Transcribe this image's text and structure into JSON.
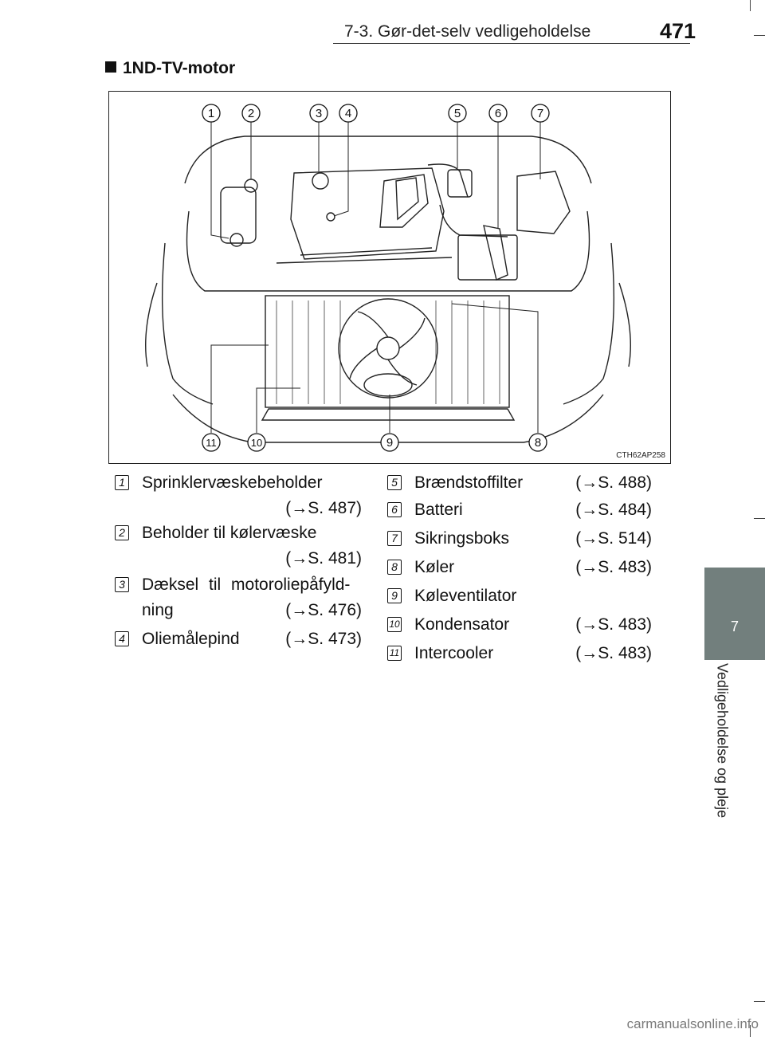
{
  "header": {
    "section": "7-3. Gør-det-selv vedligeholdelse",
    "page_number": "471"
  },
  "side_tab": {
    "chapter": "7",
    "title": "Vedligeholdelse og pleje"
  },
  "heading": "1ND-TV-motor",
  "figure": {
    "callouts": [
      "1",
      "2",
      "3",
      "4",
      "5",
      "6",
      "7",
      "8",
      "9",
      "10",
      "11"
    ],
    "code": "CTH62AP258"
  },
  "legend": [
    {
      "num": "1",
      "lines": [
        "Sprinklervæskebeholder"
      ],
      "ref": "(→S. 487)"
    },
    {
      "num": "2",
      "lines": [
        "Beholder til kølervæske"
      ],
      "ref": "(→S. 481)"
    },
    {
      "num": "3",
      "lines": [
        "Dæksel til motoroliepåfyld-",
        "ning"
      ],
      "ref": "(→S. 476)"
    },
    {
      "num": "4",
      "lines": [
        "Oliemålepind"
      ],
      "ref": "(→S. 473)"
    },
    {
      "num": "5",
      "lines": [
        "Brændstoffilter"
      ],
      "ref": "(→S. 488)"
    },
    {
      "num": "6",
      "lines": [
        "Batteri"
      ],
      "ref": "(→S. 484)"
    },
    {
      "num": "7",
      "lines": [
        "Sikringsboks"
      ],
      "ref": "(→S. 514)"
    },
    {
      "num": "8",
      "lines": [
        "Køler"
      ],
      "ref": "(→S. 483)"
    },
    {
      "num": "9",
      "lines": [
        "Køleventilator"
      ],
      "ref": ""
    },
    {
      "num": "10",
      "lines": [
        "Kondensator"
      ],
      "ref": "(→S. 483)"
    },
    {
      "num": "11",
      "lines": [
        "Intercooler"
      ],
      "ref": "(→S. 483)"
    }
  ],
  "watermark": "carmanualsonline.info"
}
